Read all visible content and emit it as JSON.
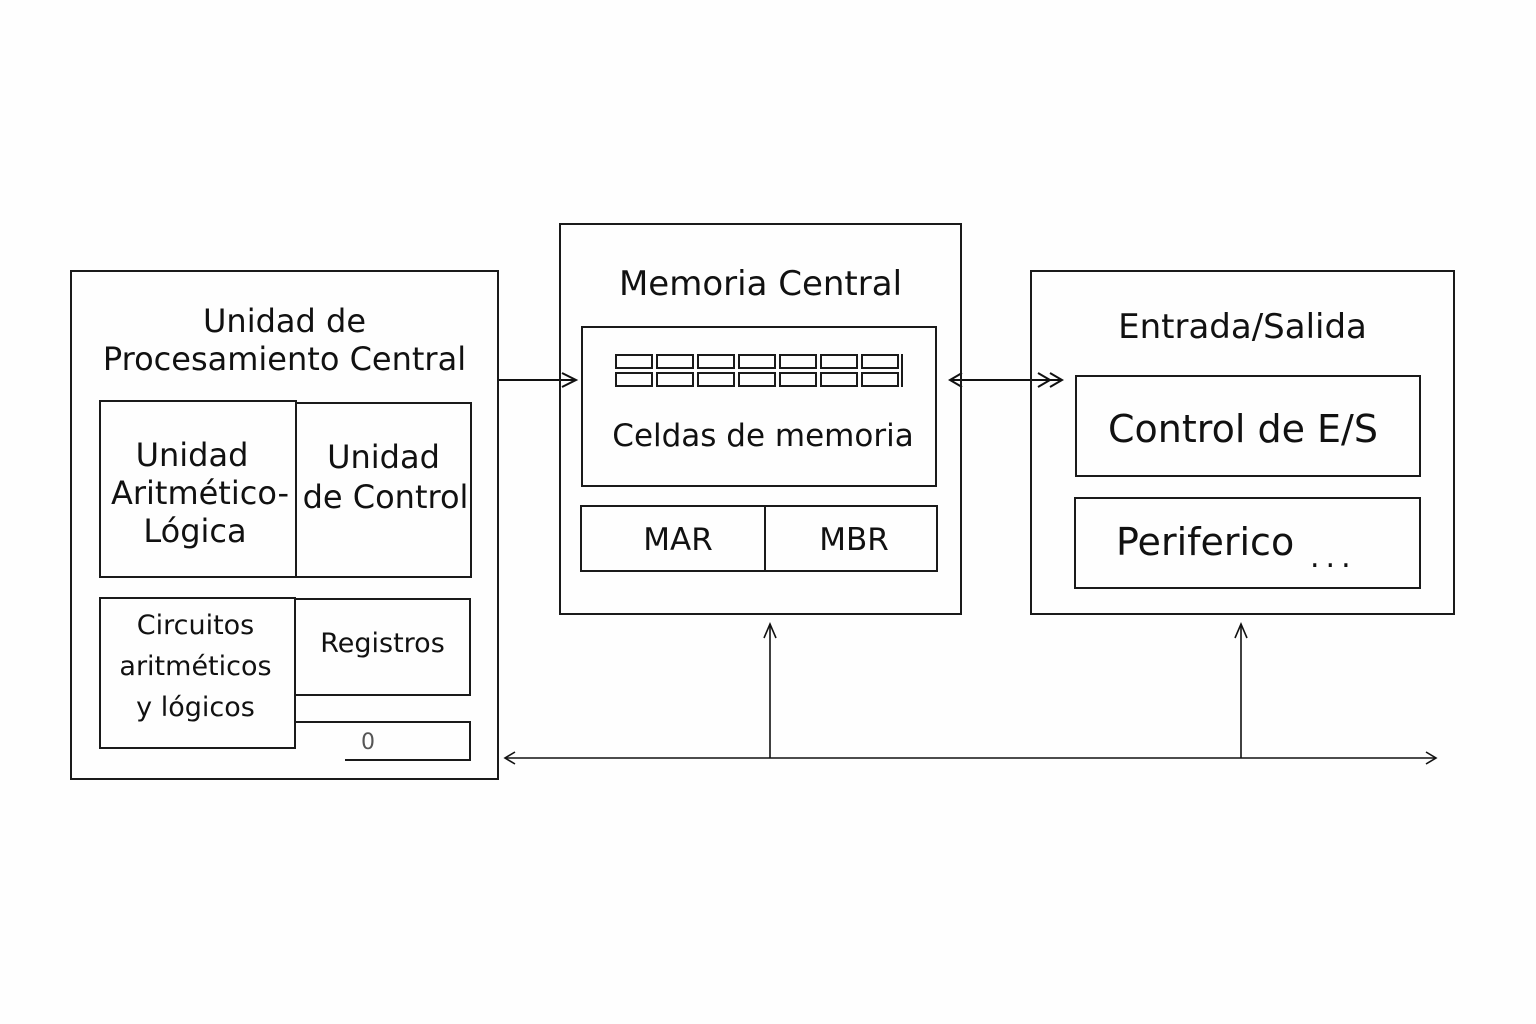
{
  "diagram": {
    "cpu": {
      "title_line1": "Unidad de",
      "title_line2": "Procesamiento Central",
      "alu": {
        "line1": "Unidad",
        "line2": "Aritmético-",
        "line3": "Lógica"
      },
      "control_unit": {
        "line1": "Unidad",
        "line2": "de Control"
      },
      "circuits": {
        "line1": "Circuitos",
        "line2": "aritméticos",
        "line3": "y lógicos"
      },
      "registers": {
        "label": "Registros"
      },
      "small_register": {
        "label": "0"
      }
    },
    "memory": {
      "title": "Memoria Central",
      "cells": {
        "label": "Celdas de memoria",
        "rows": 2,
        "columns": 7
      },
      "mar": {
        "label": "MAR"
      },
      "mbr": {
        "label": "MBR"
      }
    },
    "io": {
      "title": "Entrada/Salida",
      "control": {
        "label": "Control de E/S"
      },
      "peripheral": {
        "label": "Periferico",
        "ellipsis": "..."
      }
    },
    "connections": [
      {
        "from": "cpu",
        "to": "memory",
        "type": "arrow"
      },
      {
        "from": "memory",
        "to": "io",
        "type": "bidirectional-arrow"
      },
      {
        "from": "bus",
        "to": "memory",
        "type": "arrow"
      },
      {
        "from": "bus",
        "to": "io",
        "type": "arrow"
      },
      {
        "name": "system-bus",
        "type": "bidirectional-line"
      }
    ]
  }
}
